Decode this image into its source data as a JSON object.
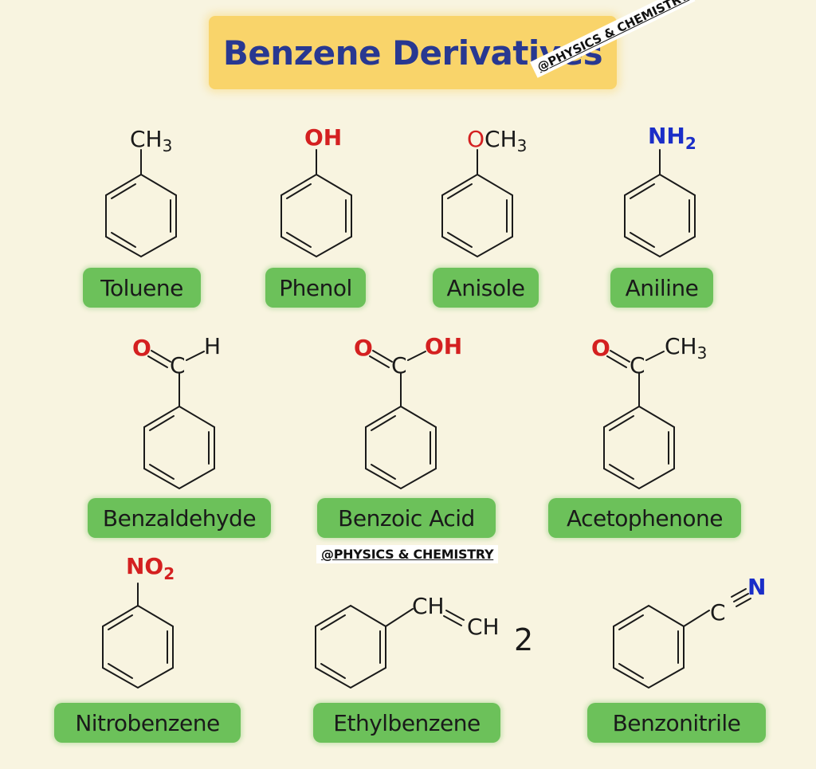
{
  "title": "Benzene Derivatives",
  "watermark": "@PHYSICS & CHEMISTRY",
  "colors": {
    "background": "#f8f4e0",
    "banner": "#f9d46a",
    "title_text": "#283891",
    "label_bg": "#6cc15a",
    "oxygen": "#d42020",
    "nitrogen": "#1a2ec8",
    "bond": "#1a1a1a"
  },
  "molecules": [
    {
      "name": "Toluene",
      "substituent": "CH3"
    },
    {
      "name": "Phenol",
      "substituent": "OH"
    },
    {
      "name": "Anisole",
      "substituent": "OCH3"
    },
    {
      "name": "Aniline",
      "substituent": "NH2"
    },
    {
      "name": "Benzaldehyde",
      "substituent": "CHO"
    },
    {
      "name": "Benzoic Acid",
      "substituent": "COOH"
    },
    {
      "name": "Acetophenone",
      "substituent": "COCH3"
    },
    {
      "name": "Nitrobenzene",
      "substituent": "NO2"
    },
    {
      "name": "Ethylbenzene",
      "substituent": "CH=CH2"
    },
    {
      "name": "Benzonitrile",
      "substituent": "C≡N"
    }
  ],
  "atoms": {
    "toluene_ch": "CH",
    "sub3": "3",
    "oh": "OH",
    "o": "O",
    "ch": "CH",
    "nh": "NH",
    "sub2": "2",
    "h": "H",
    "c": "C",
    "no": "NO",
    "n": "N",
    "big2": "2"
  }
}
